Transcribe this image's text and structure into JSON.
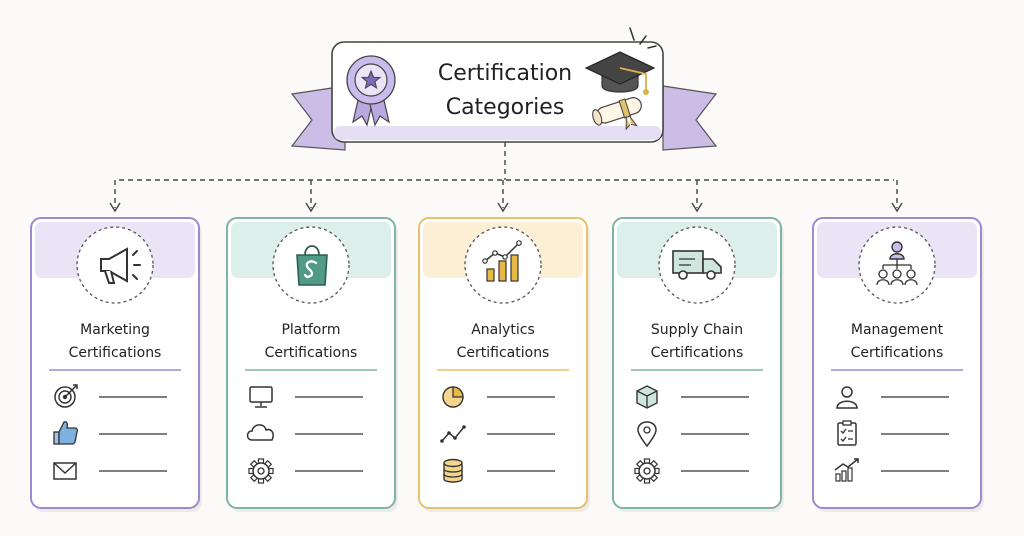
{
  "title": {
    "line1": "Certification",
    "line2": "Categories",
    "ribbon_color": "#cbbde6",
    "icons": [
      "award-ribbon-icon",
      "graduation-cap-icon",
      "diploma-scroll-icon"
    ]
  },
  "cards": [
    {
      "line1": "Marketing",
      "line2": "Certifications",
      "accent": "#9b8ad0",
      "header_fill": "#ebe4f7",
      "icon": "megaphone-icon",
      "items": [
        "target-icon",
        "thumbs-up-icon",
        "envelope-icon"
      ]
    },
    {
      "line1": "Platform",
      "line2": "Certifications",
      "accent": "#7fb3a4",
      "header_fill": "#ddefea",
      "icon": "shopify-bag-icon",
      "items": [
        "monitor-icon",
        "cloud-icon",
        "gear-icon"
      ]
    },
    {
      "line1": "Analytics",
      "line2": "Certifications",
      "accent": "#e8c26a",
      "header_fill": "#fbf0d6",
      "icon": "bar-chart-icon",
      "items": [
        "pie-chart-icon",
        "line-graph-icon",
        "database-icon"
      ]
    },
    {
      "line1": "Supply Chain",
      "line2": "Certifications",
      "accent": "#7fb3a4",
      "header_fill": "#ddefea",
      "icon": "delivery-truck-icon",
      "items": [
        "package-icon",
        "map-pin-icon",
        "gear-icon"
      ]
    },
    {
      "line1": "Management",
      "line2": "Certifications",
      "accent": "#9b8ad0",
      "header_fill": "#ebe4f7",
      "icon": "team-hierarchy-icon",
      "items": [
        "person-icon",
        "clipboard-checklist-icon",
        "growth-chart-icon"
      ]
    }
  ]
}
